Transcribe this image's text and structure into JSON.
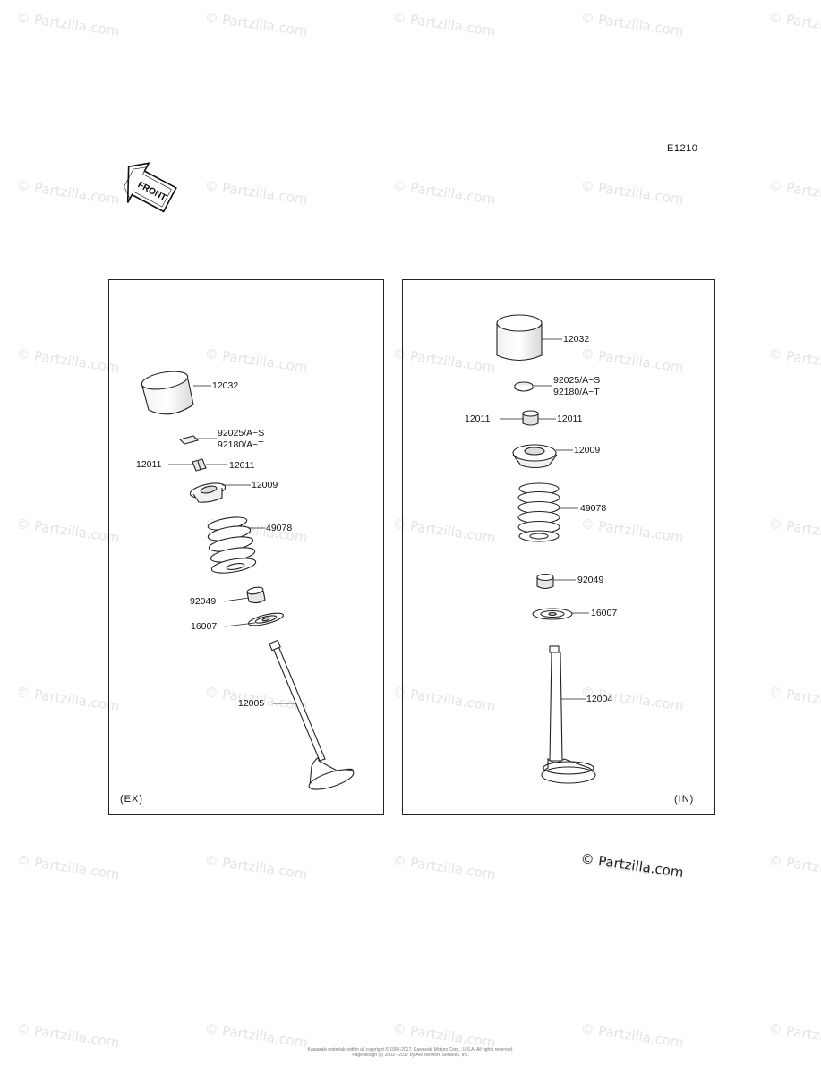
{
  "watermark": "© Partzilla.com",
  "page_code": "E1210",
  "front_arrow_label": "FRONT",
  "exhaust_panel": {
    "corner_label": "(EX)",
    "callouts": {
      "tappet": "12032",
      "shim_line1": "92025/A~S",
      "shim_line2": "92180/A~T",
      "keeper_left": "12011",
      "keeper_right": "12011",
      "retainer": "12009",
      "spring": "49078",
      "stem_seal": "92049",
      "spring_seat": "16007",
      "valve": "12005"
    }
  },
  "intake_panel": {
    "corner_label": "(IN)",
    "callouts": {
      "tappet": "12032",
      "shim_line1": "92025/A~S",
      "shim_line2": "92180/A~T",
      "keeper_left": "12011",
      "keeper_right": "12011",
      "retainer": "12009",
      "spring": "49078",
      "stem_seal": "92049",
      "spring_seat": "16007",
      "valve": "12004"
    }
  },
  "brand_watermark": "© Partzilla.com",
  "copyright_line1": "Kawasaki materials within all copyright © 1996-2017, Kawasaki Motors Corp., U.S.A. All rights reserved.",
  "copyright_line2": "Page design (c) 2003 - 2017 by ARI Network Services, Inc."
}
